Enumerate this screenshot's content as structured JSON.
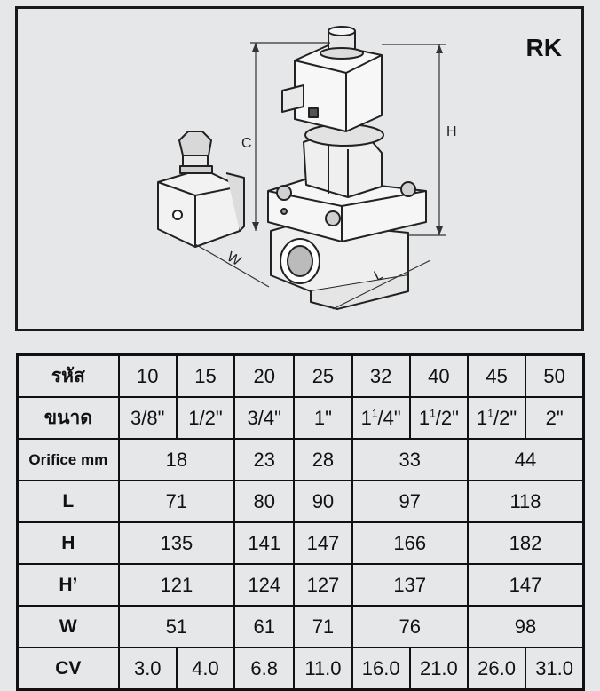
{
  "model": "RK",
  "dimension_labels": {
    "C": "C",
    "H": "H",
    "W": "W",
    "L": "L"
  },
  "table": {
    "code_label": "รหัส",
    "codes": [
      "10",
      "15",
      "20",
      "25",
      "32",
      "40",
      "45",
      "50"
    ],
    "size_label": "ขนาด",
    "sizes": [
      {
        "whole": "",
        "sup": "",
        "rest": "3/8\""
      },
      {
        "whole": "",
        "sup": "",
        "rest": "1/2\""
      },
      {
        "whole": "",
        "sup": "",
        "rest": "3/4\""
      },
      {
        "whole": "",
        "sup": "",
        "rest": "1\""
      },
      {
        "whole": "1",
        "sup": "1",
        "rest": "/4\""
      },
      {
        "whole": "1",
        "sup": "1",
        "rest": "/2\""
      },
      {
        "whole": "1",
        "sup": "1",
        "rest": "/2\""
      },
      {
        "whole": "",
        "sup": "",
        "rest": "2\""
      }
    ],
    "orifice_label": "Orifice mm",
    "orifice": [
      "18",
      "23",
      "28",
      "33",
      "44"
    ],
    "L_label": "L",
    "L": [
      "71",
      "80",
      "90",
      "97",
      "118"
    ],
    "H_label": "H",
    "H": [
      "135",
      "141",
      "147",
      "166",
      "182"
    ],
    "H2_label": "H’",
    "H2": [
      "121",
      "124",
      "127",
      "137",
      "147"
    ],
    "W_label": "W",
    "W": [
      "51",
      "61",
      "71",
      "76",
      "98"
    ],
    "CV_label": "CV",
    "CV": [
      "3.0",
      "4.0",
      "6.8",
      "11.0",
      "16.0",
      "21.0",
      "26.0",
      "31.0"
    ]
  }
}
